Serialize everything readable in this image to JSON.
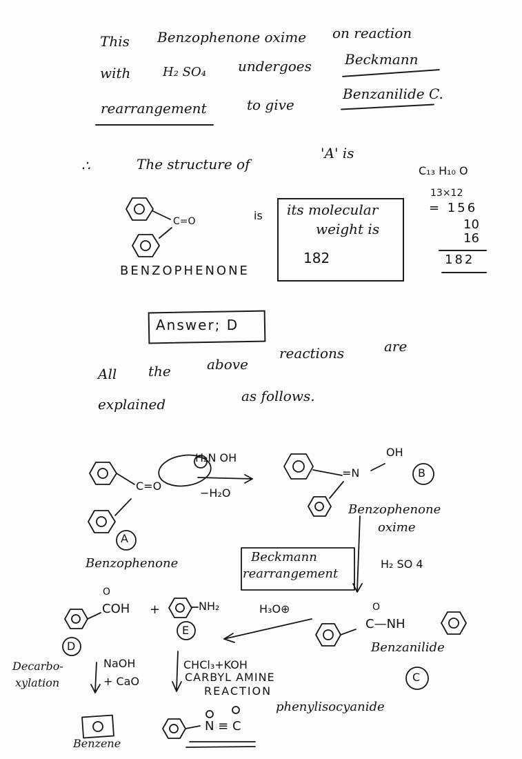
{
  "intro": {
    "line1a": "This",
    "line1b": "Benzophenone oxime",
    "line1c": "on reaction",
    "line2a": "with",
    "line2b": "H₂ SO₄",
    "line2c": "undergoes",
    "line2d": "Beckmann",
    "line3a": "rearrangement",
    "line3b": "to give",
    "line3c": "Benzanilide C."
  },
  "structure_heading": {
    "therefore": "∴",
    "text": "The structure of",
    "label": "'A' is"
  },
  "benzophenone": {
    "group": "C=O",
    "name": "BENZOPHENONE",
    "is": "is"
  },
  "mw_box": {
    "line1": "its molecular",
    "line2": "weight is",
    "value": "182"
  },
  "calc": {
    "formula": "C₁₃ H₁₀ O",
    "line1": "13×12",
    "line2": "= 156",
    "line3": "10",
    "line4": "16",
    "total": "182"
  },
  "answer": "Answer; D",
  "explain": {
    "line1a": "All",
    "line1b": "the",
    "line1c": "above",
    "line1d": "reactions",
    "line1e": "are",
    "line2a": "explained",
    "line2b": "as follows."
  },
  "scheme": {
    "reagent_top": "H₂N OH",
    "reagent_bottom": "−H₂O",
    "oxime_group": "=N",
    "oh": "OH",
    "label_A": "A",
    "label_B": "B",
    "label_C": "C",
    "label_D": "D",
    "label_E": "E",
    "benzophenone": "Benzophenone",
    "co": "C=O",
    "oxime_name1": "Benzophenone",
    "oxime_name2": "oxime",
    "beckmann_box1": "Beckmann",
    "beckmann_box2": "rearrangement",
    "h2so4": "H₂ SO 4",
    "acid_co": "O",
    "acid_coh": "COH",
    "plus": "+",
    "nh2": "NH₂",
    "hydrolysis": "H₃O⊕",
    "amide_o": "O",
    "amide": "C—NH",
    "benzanilide": "Benzanilide",
    "decarb1": "Decarbo-",
    "decarb2": "xylation",
    "naoh": "NaOH",
    "cao": "+ CaO",
    "carbyl1": "CHCl₃+KOH",
    "carbyl2": "CARBYL AMINE",
    "carbyl3": "REACTION",
    "benzene": "Benzene",
    "isocyanide_group": "N ≡ C",
    "isocyanide_name": "phenylisocyanide"
  }
}
